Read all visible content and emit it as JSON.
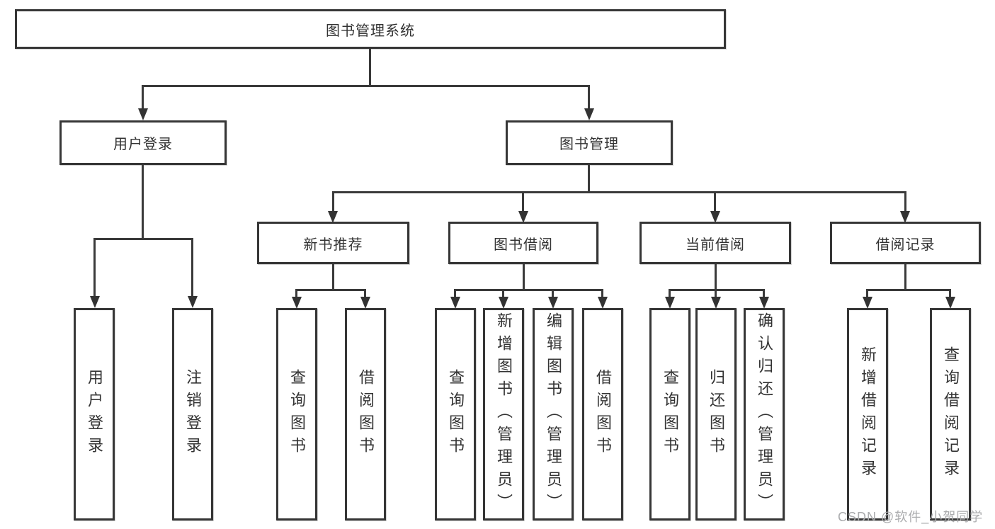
{
  "diagram": {
    "root": "图书管理系统",
    "level2": {
      "user_login": "用户登录",
      "book_mgmt": "图书管理"
    },
    "level3": {
      "new_books": "新书推荐",
      "book_borrow": "图书借阅",
      "current_borrow": "当前借阅",
      "borrow_records": "借阅记录"
    },
    "leaves": {
      "user_login": "用户登录",
      "logout": "注销登录",
      "nb_query_books": "查询图书",
      "nb_borrow_books": "借阅图书",
      "bb_query_books": "查询图书",
      "bb_add_books": "新增图书（管理员）",
      "bb_edit_books": "编辑图书（管理员）",
      "bb_borrow_books": "借阅图书",
      "cb_query_books": "查询图书",
      "cb_return_books": "归还图书",
      "cb_confirm_return": "确认归还（管理员）",
      "br_add_record": "新增借阅记录",
      "br_query_record": "查询借阅记录"
    },
    "watermark": "CSDN @软件_小贺同学",
    "colors": {
      "line": "#3a3a3a",
      "text": "#333333",
      "watermark": "#aaabad",
      "background": "#ffffff"
    }
  }
}
